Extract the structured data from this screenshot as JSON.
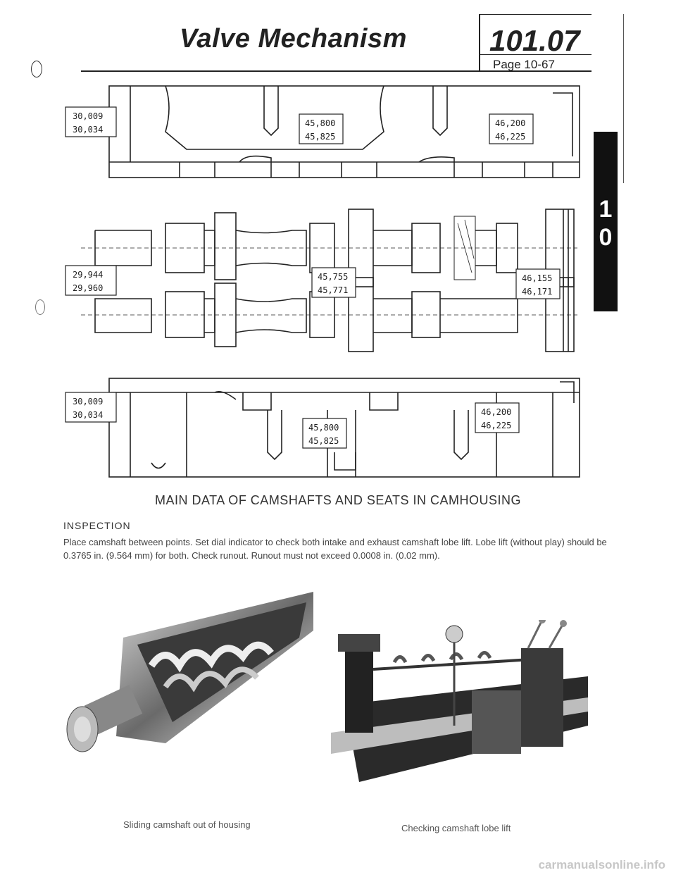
{
  "header": {
    "title": "Valve Mechanism",
    "section_number": "101.07",
    "page_label": "Page 10-67"
  },
  "side_tab": {
    "digit_1": "1",
    "digit_2": "0"
  },
  "figure": {
    "dimensions": {
      "top_housing_left": [
        "30,009",
        "30,034"
      ],
      "top_housing_mid": [
        "45,800",
        "45,825"
      ],
      "top_housing_right": [
        "46,200",
        "46,225"
      ],
      "shaft_left": [
        "29,944",
        "29,960"
      ],
      "shaft_mid": [
        "45,755",
        "45,771"
      ],
      "shaft_right": [
        "46,155",
        "46,171"
      ],
      "bottom_housing_left": [
        "30,009",
        "30,034"
      ],
      "bottom_housing_mid": [
        "45,800",
        "45,825"
      ],
      "bottom_housing_right": [
        "46,200",
        "46,225"
      ]
    },
    "caption": "MAIN DATA OF CAMSHAFTS AND SEATS IN CAMHOUSING"
  },
  "inspection": {
    "heading": "INSPECTION",
    "text": "Place camshaft between points. Set dial indicator to check both intake and exhaust camshaft lobe lift. Lobe lift (without play) should be 0.3765 in. (9.564 mm) for both. Check runout. Runout must not exceed 0.0008 in. (0.02 mm)."
  },
  "photos": {
    "left_caption": "Sliding camshaft out of housing",
    "right_caption": "Checking camshaft lobe lift"
  },
  "footer": {
    "watermark": "carmanualsonline.info"
  }
}
